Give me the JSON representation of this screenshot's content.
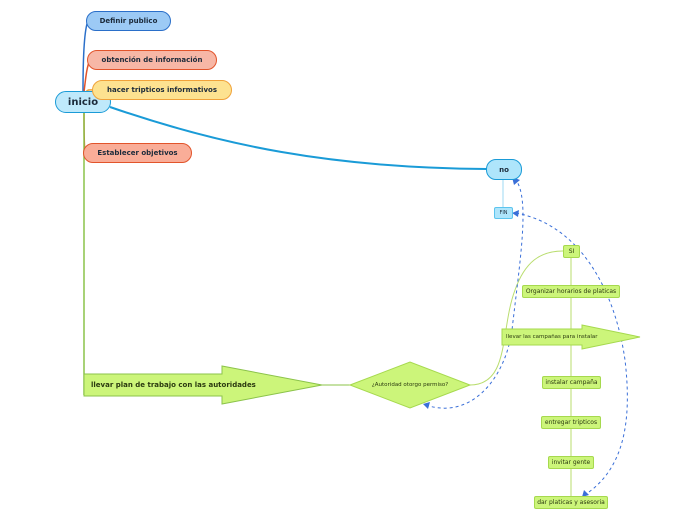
{
  "nodes": {
    "inicio": "inicio",
    "definir_publico": "Definir publico",
    "obtencion_informacion": "obtención de información",
    "hacer_tripticos": "hacer tripticos informativos",
    "establecer_objetivos": "Establecer objetivos",
    "no": "no",
    "fin": "FIN",
    "si": "SI",
    "llevar_plan": "llevar plan de trabajo con las autoridades",
    "autoridad_permiso": "¿Autoridad otorgo permiso?",
    "organizar_horarios": "Organizar horarios de platicas",
    "llevar_campanas": "llevar las campañas para instalar",
    "instalar_campana": "instalar campaña",
    "entregar_tripticos": "entregar tripticos",
    "invitar_gente": "invitar gente",
    "dar_platicas": "dar platicas y asesoria"
  },
  "colors": {
    "blue_branch": "#1a9bd7",
    "green_branch": "#8bc34a",
    "red_branch": "#e2542b",
    "orange_branch": "#f0a23a",
    "dashed_link": "#3a6fd8",
    "inicio_fill": "#bfe9fb",
    "definir_fill": "#9ccaf5",
    "obtencion_fill": "#f7b7a6",
    "tripticos_fill": "#fde290",
    "objetivos_fill": "#f9ad98",
    "no_fill": "#aee5fb",
    "green_fill": "#ccf57a"
  }
}
